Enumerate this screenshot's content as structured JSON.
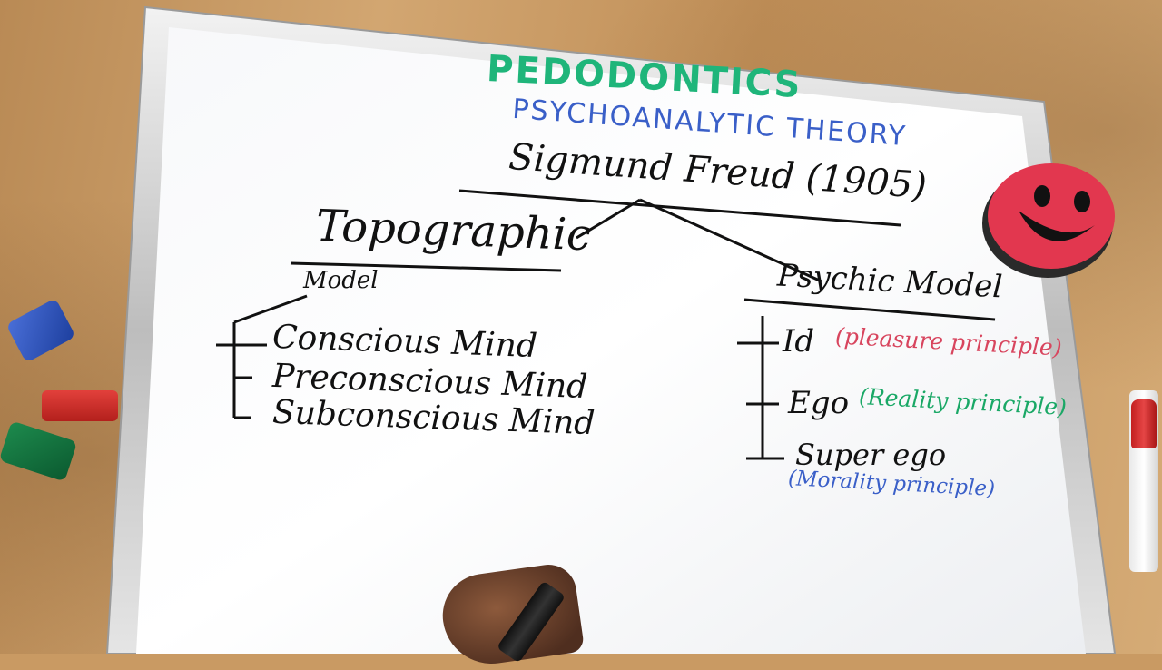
{
  "board": {
    "title": "PEDODONTICS",
    "subtitle": "PSYCHOANALYTIC THEORY",
    "author": "Sigmund Freud (1905)"
  },
  "topographic": {
    "heading": "Topographic",
    "subheading": "Model",
    "items": [
      "Conscious Mind",
      "Preconscious Mind",
      "Subconscious Mind"
    ]
  },
  "psychic": {
    "heading": "Psychic Model",
    "items": [
      {
        "term": "Id",
        "note": "(pleasure principle)"
      },
      {
        "term": "Ego",
        "note": "(Reality principle)"
      },
      {
        "term": "Super ego",
        "note": "(Morality principle)"
      }
    ]
  },
  "colors": {
    "title": "#1fb57a",
    "subtitle": "#3a5fc8",
    "ink": "#111111",
    "id_note": "#d8455e",
    "ego_note": "#1aa866",
    "superego_note": "#3a5fc8",
    "eraser": "#e2374f"
  },
  "icons": [
    "smiley-eraser-icon",
    "marker-icon"
  ]
}
